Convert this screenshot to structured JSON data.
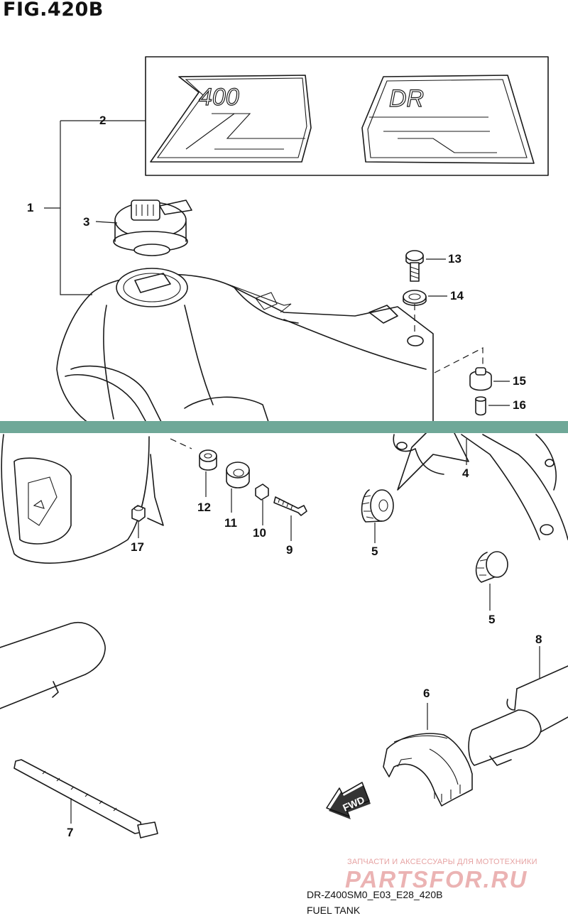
{
  "figure": {
    "title": "FIG.420B",
    "model_code": "DR-Z400SM0_E03_E28_420B",
    "caption": "FUEL TANK"
  },
  "callouts": [
    {
      "id": "1",
      "label": "1"
    },
    {
      "id": "2",
      "label": "2"
    },
    {
      "id": "3",
      "label": "3"
    },
    {
      "id": "13",
      "label": "13"
    },
    {
      "id": "14",
      "label": "14"
    },
    {
      "id": "15",
      "label": "15"
    },
    {
      "id": "16",
      "label": "16"
    },
    {
      "id": "12",
      "label": "12"
    },
    {
      "id": "11",
      "label": "11"
    },
    {
      "id": "10",
      "label": "10"
    },
    {
      "id": "9",
      "label": "9"
    },
    {
      "id": "17",
      "label": "17"
    },
    {
      "id": "5a",
      "label": "5"
    },
    {
      "id": "5b",
      "label": "5"
    },
    {
      "id": "4",
      "label": "4"
    },
    {
      "id": "8",
      "label": "8"
    },
    {
      "id": "6",
      "label": "6"
    },
    {
      "id": "7",
      "label": "7"
    }
  ],
  "arrow": {
    "label": "FWD"
  },
  "watermark": {
    "text": "ЗАПЧАСТИ И АКСЕССУАРЫ ДЛЯ МОТОТЕХНИКИ",
    "logo": "PARTSFOR.RU",
    "colors": {
      "text": "#e6a3a3",
      "logo": "#d86a6a"
    }
  },
  "colors": {
    "line": "#1a1a1a",
    "band": "#6fa898",
    "background": "#ffffff"
  },
  "decal_text": {
    "left": "400",
    "right": "DR"
  }
}
